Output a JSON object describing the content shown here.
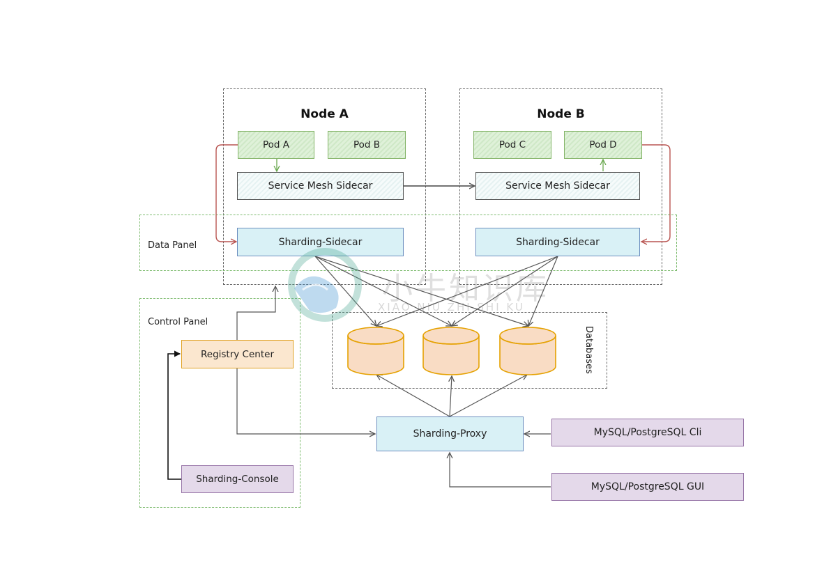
{
  "node_a": {
    "title": "Node A"
  },
  "node_b": {
    "title": "Node B"
  },
  "pods": {
    "a": "Pod A",
    "b": "Pod B",
    "c": "Pod C",
    "d": "Pod D"
  },
  "mesh": {
    "left": "Service Mesh Sidecar",
    "right": "Service Mesh Sidecar"
  },
  "sharding_sidecar": {
    "left": "Sharding-Sidecar",
    "right": "Sharding-Sidecar"
  },
  "data_panel": {
    "label": "Data Panel"
  },
  "control_panel": {
    "label": "Control Panel",
    "registry": "Registry Center",
    "console": "Sharding-Console"
  },
  "databases": {
    "label": "Databases",
    "count": 3
  },
  "proxy": {
    "label": "Sharding-Proxy"
  },
  "clients": {
    "cli": "MySQL/PostgreSQL Cli",
    "gui": "MySQL/PostgreSQL GUI"
  },
  "watermark": {
    "cn": "小牛知识库",
    "en": "XIAO NIU ZHI SHI KU"
  },
  "colors": {
    "pod_fill": "#d5ead0",
    "pod_border": "#82b366",
    "sharding_fill": "#d9f1f6",
    "sharding_border": "#6c8ebf",
    "registry_fill": "#fbe7cf",
    "registry_border": "#e0a020",
    "console_fill": "#e4d9ea",
    "console_border": "#9673a6",
    "db_fill": "#f9dcc4",
    "db_border": "#e5a100",
    "panel_border": "#7dbb6e",
    "red_connector": "#b85450"
  }
}
